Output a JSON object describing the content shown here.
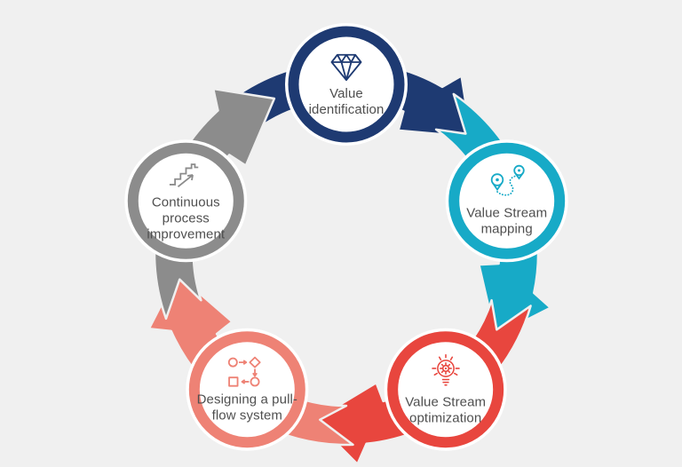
{
  "background_color": "#f0f0f0",
  "text_color": "#4f4f4f",
  "circle_fill": "#ffffff",
  "diagram": {
    "type": "cycle",
    "direction": "clockwise",
    "stages": [
      {
        "label": "Value identification",
        "color": "#1e3a72",
        "icon": "diamond-icon"
      },
      {
        "label": "Value Stream mapping",
        "color": "#17aac7",
        "icon": "route-pins-icon"
      },
      {
        "label": "Value Stream optimization",
        "color": "#e8463e",
        "icon": "lightbulb-gear-icon"
      },
      {
        "label": "Designing a pull-flow system",
        "color": "#ee8275",
        "icon": "flow-diagram-icon"
      },
      {
        "label": "Continuous process improvement",
        "color": "#8c8c8c",
        "icon": "stairs-arrow-icon"
      }
    ]
  }
}
